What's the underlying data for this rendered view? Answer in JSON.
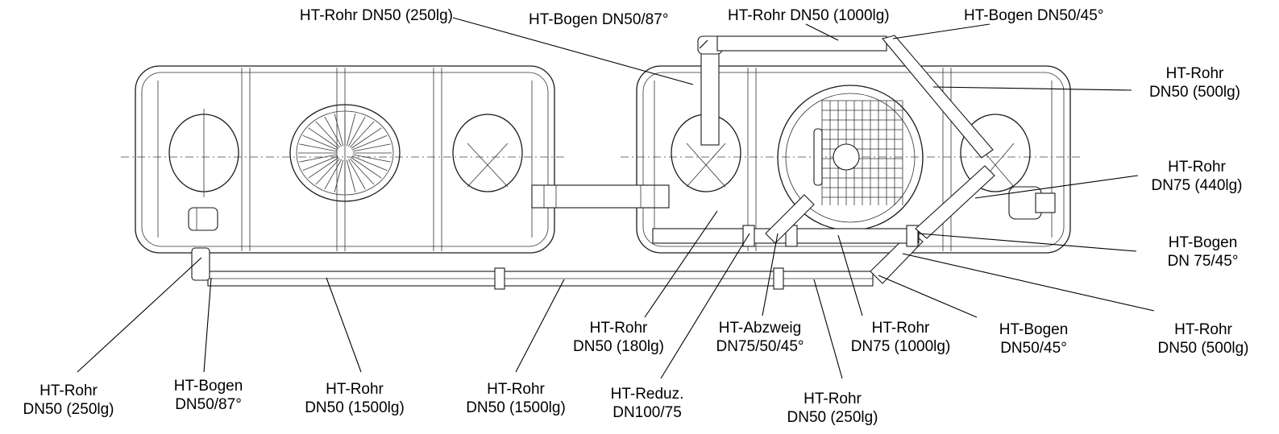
{
  "labels": {
    "rohr_dn50_250_top": [
      "HT-Rohr DN50 (250lg)"
    ],
    "bogen_dn50_87_top": [
      "HT-Bogen DN50/87°"
    ],
    "rohr_dn50_1000_top": [
      "HT-Rohr DN50 (1000lg)"
    ],
    "bogen_dn50_45_top": [
      "HT-Bogen DN50/45°"
    ],
    "rohr_dn50_500_right": [
      "HT-Rohr",
      "DN50 (500lg)"
    ],
    "rohr_dn75_440": [
      "HT-Rohr",
      "DN75 (440lg)"
    ],
    "bogen_dn75_45": [
      "HT-Bogen",
      "DN 75/45°"
    ],
    "rohr_dn50_500_bottom": [
      "HT-Rohr",
      "DN50 (500lg)"
    ],
    "bogen_dn50_45_bottom": [
      "HT-Bogen",
      "DN50/45°"
    ],
    "rohr_dn75_1000": [
      "HT-Rohr",
      "DN75 (1000lg)"
    ],
    "abzweig": [
      "HT-Abzweig",
      "DN75/50/45°"
    ],
    "rohr_dn50_180": [
      "HT-Rohr",
      "DN50 (180lg)"
    ],
    "reduz": [
      "HT-Reduz.",
      "DN100/75"
    ],
    "rohr_dn50_250_bottom": [
      "HT-Rohr",
      "DN50 (250lg)"
    ],
    "rohr_dn50_1500_b": [
      "HT-Rohr",
      "DN50 (1500lg)"
    ],
    "rohr_dn50_1500_a": [
      "HT-Rohr",
      "DN50 (1500lg)"
    ],
    "bogen_dn50_87_bottom": [
      "HT-Bogen",
      "DN50/87°"
    ],
    "rohr_dn50_250_left": [
      "HT-Rohr",
      "DN50 (250lg)"
    ]
  }
}
